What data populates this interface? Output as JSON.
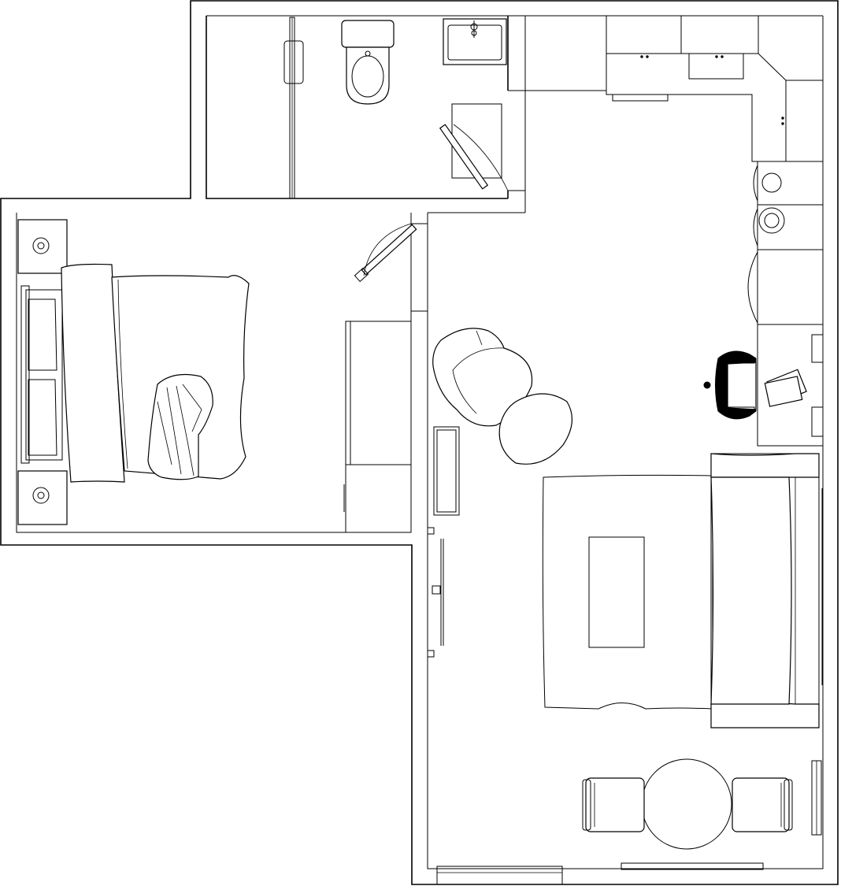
{
  "drawing": {
    "kind": "apartment floor plan (top view, line drawing)",
    "text_labels": []
  },
  "rooms": [
    "bathroom",
    "bedroom",
    "kitchen",
    "living-room",
    "dining-area",
    "office-corner"
  ],
  "colors": {
    "line": "#000000",
    "background": "#ffffff"
  }
}
